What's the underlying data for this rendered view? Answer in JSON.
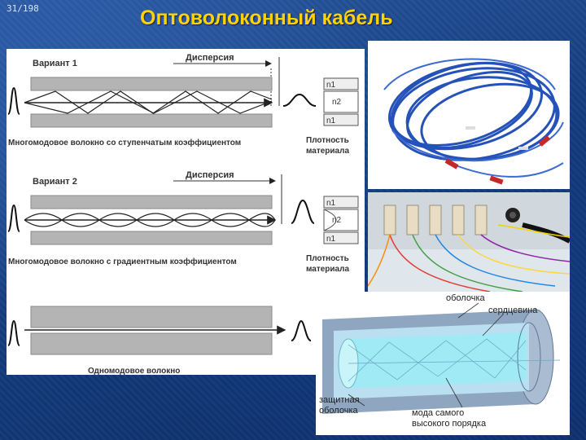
{
  "slide": {
    "counter": "31/198",
    "title": "Оптоволоконный кабель"
  },
  "diagram": {
    "variant1": {
      "label": "Вариант 1",
      "dispersion": "Дисперсия",
      "caption": "Многомодовое волокно со ступенчатым коэффициентом",
      "n1_top": "n1",
      "n2": "n2",
      "n1_bottom": "n1",
      "density_line1": "Плотность",
      "density_line2": "материала"
    },
    "variant2": {
      "label": "Вариант 2",
      "dispersion": "Дисперсия",
      "caption": "Многомодовое волокно с градиентным коэффициентом",
      "n1_top": "n1",
      "n2": "n2",
      "n1_bottom": "n1",
      "density_line1": "Плотность",
      "density_line2": "материала"
    },
    "singlemode": {
      "caption": "Одномодовое волокно"
    }
  },
  "cross_section": {
    "sheath": "оболочка",
    "core": "сердцевина",
    "protective_line1": "защитная",
    "protective_line2": "оболочка",
    "mode_line1": "мода самого",
    "mode_line2": "высокого порядка"
  },
  "colors": {
    "title": "#ffd200",
    "background": "#123a7a",
    "cable_blue": "#2452b8",
    "core_cyan": "#9feaf5"
  }
}
